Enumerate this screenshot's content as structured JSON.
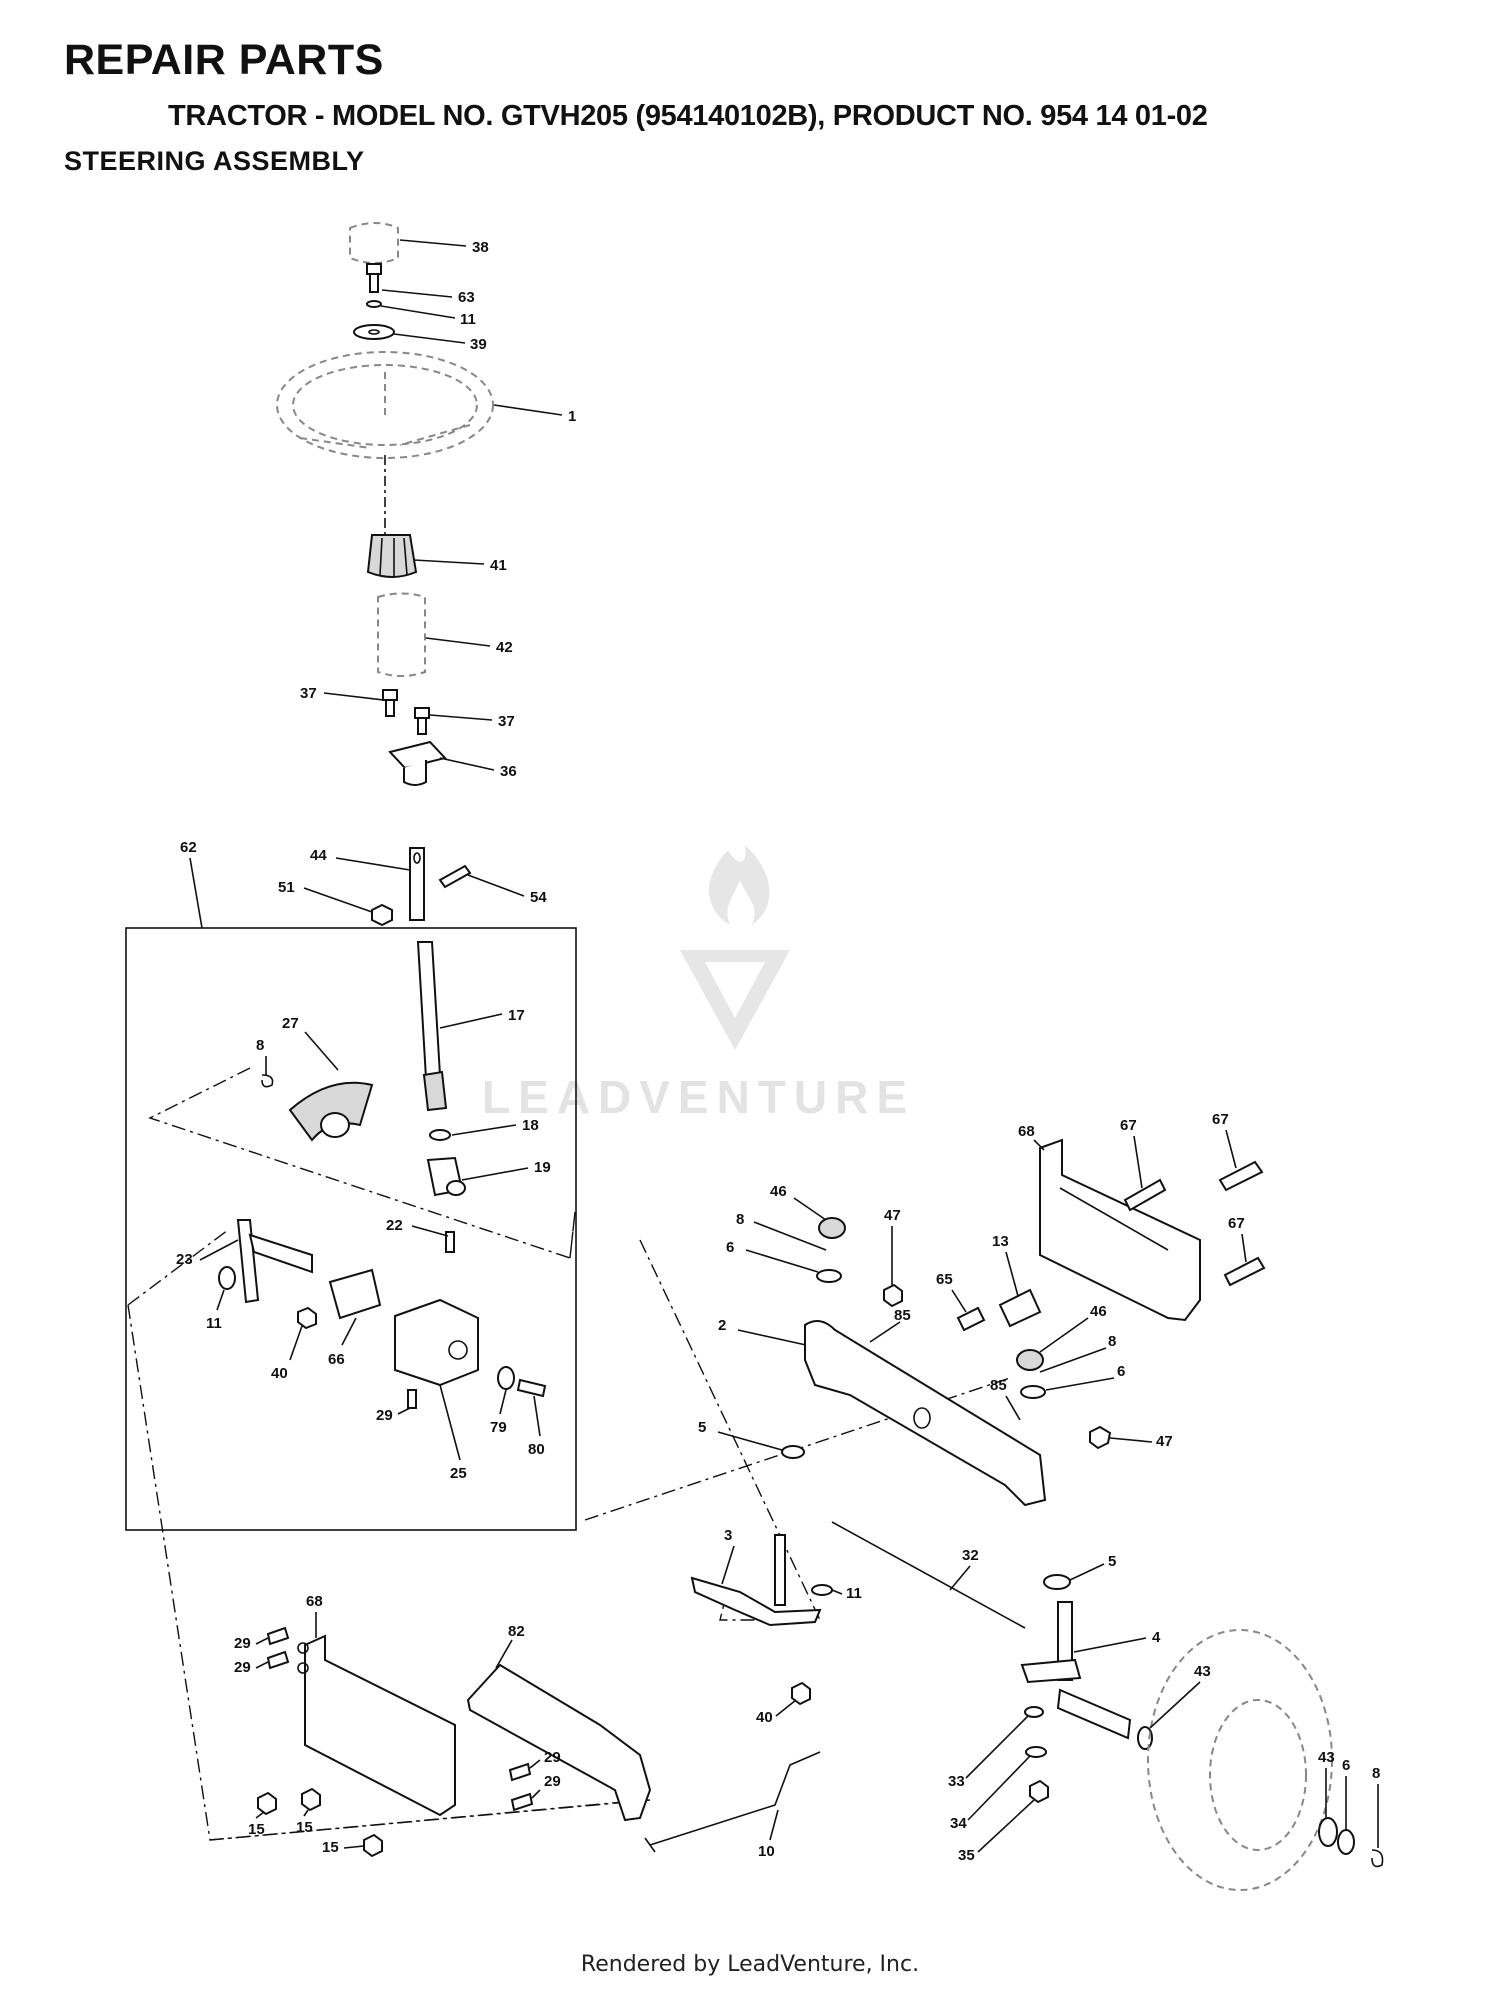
{
  "header": {
    "title": "REPAIR PARTS",
    "subtitle": "TRACTOR - MODEL NO. GTVH205 (954140102B), PRODUCT NO. 954 14 01-02",
    "section": "STEERING  ASSEMBLY"
  },
  "watermark": {
    "text": "LEADVENTURE"
  },
  "footer": {
    "text": "Rendered by LeadVenture, Inc."
  },
  "callouts": [
    {
      "id": "c-38",
      "label": "38"
    },
    {
      "id": "c-63",
      "label": "63"
    },
    {
      "id": "c-11a",
      "label": "11"
    },
    {
      "id": "c-39",
      "label": "39"
    },
    {
      "id": "c-1",
      "label": "1"
    },
    {
      "id": "c-41",
      "label": "41"
    },
    {
      "id": "c-42",
      "label": "42"
    },
    {
      "id": "c-37a",
      "label": "37"
    },
    {
      "id": "c-37b",
      "label": "37"
    },
    {
      "id": "c-36",
      "label": "36"
    },
    {
      "id": "c-62",
      "label": "62"
    },
    {
      "id": "c-44",
      "label": "44"
    },
    {
      "id": "c-51",
      "label": "51"
    },
    {
      "id": "c-54",
      "label": "54"
    },
    {
      "id": "c-17",
      "label": "17"
    },
    {
      "id": "c-8a",
      "label": "8"
    },
    {
      "id": "c-27",
      "label": "27"
    },
    {
      "id": "c-18",
      "label": "18"
    },
    {
      "id": "c-19",
      "label": "19"
    },
    {
      "id": "c-22",
      "label": "22"
    },
    {
      "id": "c-23",
      "label": "23"
    },
    {
      "id": "c-11b",
      "label": "11"
    },
    {
      "id": "c-40a",
      "label": "40"
    },
    {
      "id": "c-66",
      "label": "66"
    },
    {
      "id": "c-29a",
      "label": "29"
    },
    {
      "id": "c-79",
      "label": "79"
    },
    {
      "id": "c-80",
      "label": "80"
    },
    {
      "id": "c-25",
      "label": "25"
    },
    {
      "id": "c-68a",
      "label": "68"
    },
    {
      "id": "c-67a",
      "label": "67"
    },
    {
      "id": "c-67b",
      "label": "67"
    },
    {
      "id": "c-67c",
      "label": "67"
    },
    {
      "id": "c-46a",
      "label": "46"
    },
    {
      "id": "c-8b",
      "label": "8"
    },
    {
      "id": "c-6a",
      "label": "6"
    },
    {
      "id": "c-47a",
      "label": "47"
    },
    {
      "id": "c-13",
      "label": "13"
    },
    {
      "id": "c-65",
      "label": "65"
    },
    {
      "id": "c-85a",
      "label": "85"
    },
    {
      "id": "c-2",
      "label": "2"
    },
    {
      "id": "c-46b",
      "label": "46"
    },
    {
      "id": "c-8c",
      "label": "8"
    },
    {
      "id": "c-6b",
      "label": "6"
    },
    {
      "id": "c-85b",
      "label": "85"
    },
    {
      "id": "c-5a",
      "label": "5"
    },
    {
      "id": "c-47b",
      "label": "47"
    },
    {
      "id": "c-3",
      "label": "3"
    },
    {
      "id": "c-32",
      "label": "32"
    },
    {
      "id": "c-11c",
      "label": "11"
    },
    {
      "id": "c-5b",
      "label": "5"
    },
    {
      "id": "c-68b",
      "label": "68"
    },
    {
      "id": "c-29b",
      "label": "29"
    },
    {
      "id": "c-29c",
      "label": "29"
    },
    {
      "id": "c-82",
      "label": "82"
    },
    {
      "id": "c-4",
      "label": "4"
    },
    {
      "id": "c-43a",
      "label": "43"
    },
    {
      "id": "c-40b",
      "label": "40"
    },
    {
      "id": "c-29d",
      "label": "29"
    },
    {
      "id": "c-29e",
      "label": "29"
    },
    {
      "id": "c-15a",
      "label": "15"
    },
    {
      "id": "c-15b",
      "label": "15"
    },
    {
      "id": "c-15c",
      "label": "15"
    },
    {
      "id": "c-10",
      "label": "10"
    },
    {
      "id": "c-33",
      "label": "33"
    },
    {
      "id": "c-34",
      "label": "34"
    },
    {
      "id": "c-35",
      "label": "35"
    },
    {
      "id": "c-43b",
      "label": "43"
    },
    {
      "id": "c-6c",
      "label": "6"
    },
    {
      "id": "c-8d",
      "label": "8"
    }
  ]
}
